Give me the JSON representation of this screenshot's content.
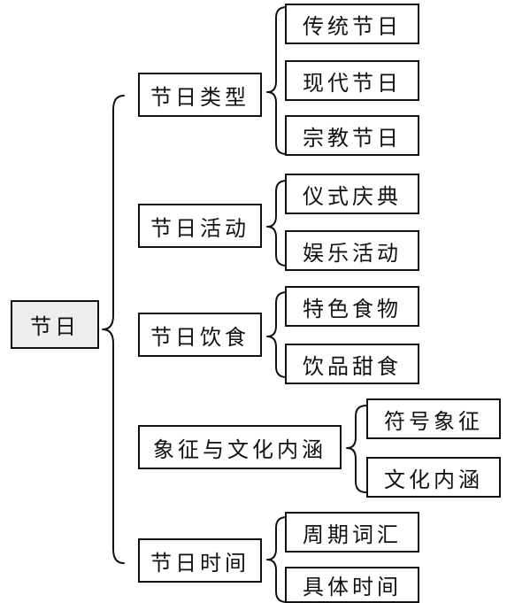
{
  "root": {
    "label": "节日"
  },
  "categories": [
    {
      "label": "节日类型",
      "items": [
        "传统节日",
        "现代节日",
        "宗教节日"
      ]
    },
    {
      "label": "节日活动",
      "items": [
        "仪式庆典",
        "娱乐活动"
      ]
    },
    {
      "label": "节日饮食",
      "items": [
        "特色食物",
        "饮品甜食"
      ]
    },
    {
      "label": "象征与文化内涵",
      "items": [
        "符号象征",
        "文化内涵"
      ]
    },
    {
      "label": "节日时间",
      "items": [
        "周期词汇",
        "具体时间"
      ]
    }
  ]
}
